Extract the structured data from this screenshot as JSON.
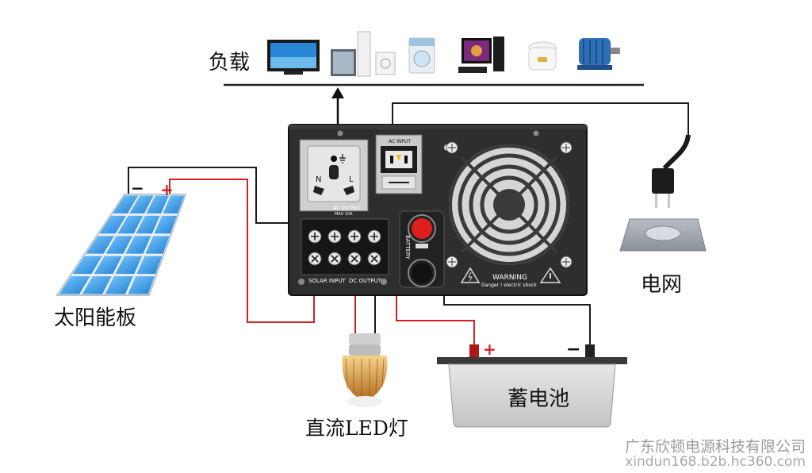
{
  "labels": {
    "load": "负载",
    "solar_panel": "太阳能板",
    "grid": "电网",
    "dc_led": "直流LED灯",
    "battery": "蓄电池"
  },
  "panel_text": {
    "ac_input": "AC INPUT",
    "ac_output": "AC OUTPUT",
    "ac_output_max": "MAX 10A",
    "battery": "BATTERY",
    "solar_input": "SOLAR INPUT",
    "dc_output": "DC OUTPUT",
    "warning": "WARNING",
    "warning_sub": "Danger ! electric shock",
    "socket_n": "N",
    "socket_l": "L"
  },
  "polarity": {
    "positive": "+",
    "negative": "−"
  },
  "watermark": {
    "company": "广东欣顿电源科技有限公司",
    "url": "xindun168.b2b.hc360.com"
  },
  "colors": {
    "wire_red": "#d42020",
    "wire_black": "#1a1a1a",
    "device_body": "#2e2e2e",
    "panel_cell": "#3aa0e8"
  }
}
